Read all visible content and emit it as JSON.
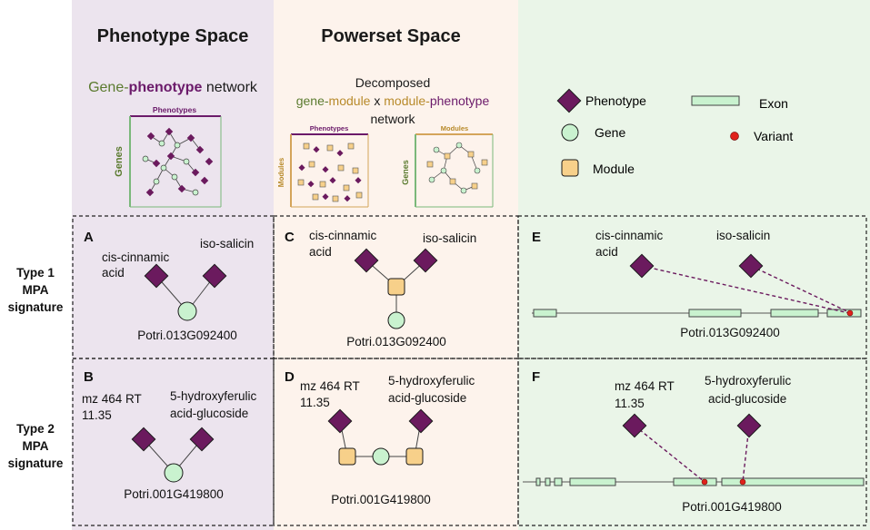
{
  "columns": {
    "phenotype_space": {
      "title": "Phenotype Space"
    },
    "powerset_space": {
      "title": "Powerset Space"
    }
  },
  "network_a": {
    "title_gene": "Gene-",
    "title_phenotype": "phenotype",
    "title_rest": " network",
    "matrix_top": "Phenotypes",
    "matrix_side": "Genes"
  },
  "network_b": {
    "line1": "Decomposed",
    "line2_gene": "gene-",
    "line2_module": "module",
    "line2_x": " x ",
    "line2_module2": "module-",
    "line2_phenotype": "phenotype",
    "line3": "network",
    "matrix1_top": "Phenotypes",
    "matrix1_side": "Modules",
    "matrix2_top": "Modules",
    "matrix2_side": "Genes"
  },
  "legend": {
    "phenotype": "Phenotype",
    "gene": "Gene",
    "module": "Module",
    "exon": "Exon",
    "variant": "Variant"
  },
  "rows": {
    "type1": [
      "Type 1",
      "MPA",
      "signature"
    ],
    "type2": [
      "Type 2",
      "MPA",
      "signature"
    ]
  },
  "panels": {
    "A": {
      "letter": "A",
      "pheno1": [
        "cis-cinnamic",
        "acid"
      ],
      "pheno2": "iso-salicin",
      "gene": "Potri.013G092400"
    },
    "B": {
      "letter": "B",
      "pheno1": [
        "mz 464 RT",
        "11.35"
      ],
      "pheno2": [
        "5-hydroxyferulic",
        "acid-glucoside"
      ],
      "gene": "Potri.001G419800"
    },
    "C": {
      "letter": "C",
      "pheno1": [
        "cis-cinnamic",
        "acid"
      ],
      "pheno2": "iso-salicin",
      "gene": "Potri.013G092400"
    },
    "D": {
      "letter": "D",
      "pheno1": [
        "mz 464 RT",
        "11.35"
      ],
      "pheno2": [
        "5-hydroxyferulic",
        "acid-glucoside"
      ],
      "gene": "Potri.001G419800"
    },
    "E": {
      "letter": "E",
      "pheno1": [
        "cis-cinnamic",
        "acid"
      ],
      "pheno2": "iso-salicin",
      "gene": "Potri.013G092400"
    },
    "F": {
      "letter": "F",
      "pheno1": [
        "mz 464 RT",
        "11.35"
      ],
      "pheno2": [
        "5-hydroxyferulic",
        "acid-glucoside"
      ],
      "gene": "Potri.001G419800"
    }
  },
  "colors": {
    "phenotype_fill": "#6b1a5e",
    "gene_fill": "#c9f2cf",
    "module_fill": "#f7d08a",
    "exon_fill": "#c9f2cf",
    "variant_fill": "#e0211b",
    "bg_phenotype": "#ece4ee",
    "bg_powerset": "#fdf3ec",
    "bg_legend": "#eaf5e8",
    "gene_text": "#5a7a2e",
    "module_text": "#b88a2a",
    "phenotype_text": "#6b1a6a"
  }
}
